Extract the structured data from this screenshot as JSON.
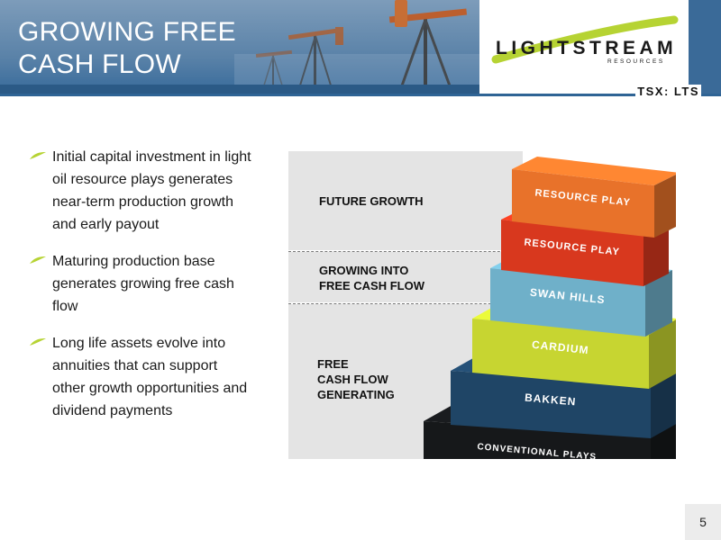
{
  "header": {
    "title_line1": "GROWING FREE",
    "title_line2": "CASH FLOW",
    "logo_text": "LIGHTSTREAM",
    "logo_subtext": "RESOURCES",
    "ticker": "TSX: LTS",
    "logo_accent_color": "#b6d333"
  },
  "bullets": [
    "Initial capital investment in light oil resource plays generates near-term production growth and early payout",
    "Maturing production base generates growing free cash flow",
    "Long life assets evolve into annuities that can support other growth opportunities and dividend payments"
  ],
  "diagram": {
    "bands": [
      {
        "label_lines": [
          "FUTURE GROWTH"
        ]
      },
      {
        "label_lines": [
          "GROWING INTO",
          "FREE CASH FLOW"
        ]
      },
      {
        "label_lines": [
          "FREE",
          "CASH FLOW",
          "GENERATING"
        ]
      }
    ],
    "layers": [
      {
        "label": "RESOURCE PLAY",
        "color": "#e8722a"
      },
      {
        "label": "RESOURCE PLAY",
        "color": "#d8381e"
      },
      {
        "label": "SWAN HILLS",
        "color": "#6fb0c9"
      },
      {
        "label": "CARDIUM",
        "color": "#c7d531"
      },
      {
        "label": "BAKKEN",
        "color": "#1f4566"
      },
      {
        "label": "CONVENTIONAL PLAYS",
        "color": "#16181a"
      }
    ]
  },
  "page_number": "5"
}
